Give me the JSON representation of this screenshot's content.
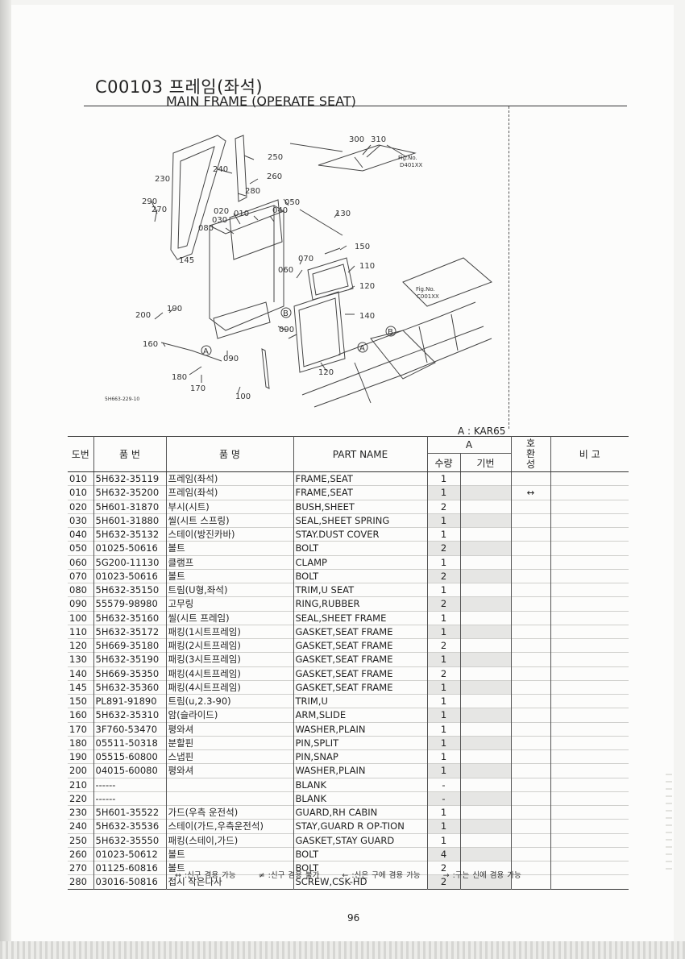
{
  "header": {
    "code_title": "C00103 프레임(좌석)",
    "english_title": "MAIN FRAME (OPERATE SEAT)"
  },
  "diagram": {
    "labels": [
      "300",
      "310",
      "Fig.No.",
      "D401XX",
      "250",
      "240",
      "230",
      "260",
      "280",
      "290",
      "270",
      "050",
      "020",
      "010",
      "040",
      "130",
      "030",
      "080",
      "150",
      "145",
      "070",
      "060",
      "110",
      "120",
      "Fig.No.",
      "C001XX",
      "200",
      "190",
      "B",
      "090",
      "140",
      "B",
      "160",
      "A",
      "090",
      "A",
      "120",
      "180",
      "170",
      "100"
    ],
    "ref_code": "5H663-229-10"
  },
  "model_note": "A : KAR65",
  "table": {
    "headers": {
      "no": "도번",
      "part_no": "품 번",
      "name_kr": "품 명",
      "part_name": "PART NAME",
      "group_a": "A",
      "qty": "수량",
      "base": "기번",
      "compat": "호\n환\n성",
      "remarks": "비 고"
    },
    "rows": [
      {
        "no": "010",
        "part": "5H632-35119",
        "kr": "프레임(좌석)",
        "en": "FRAME,SEAT",
        "qty": "1",
        "compat": ""
      },
      {
        "no": "010",
        "part": "5H632-35200",
        "kr": "프레임(좌석)",
        "en": "FRAME,SEAT",
        "qty": "1",
        "compat": "↔"
      },
      {
        "no": "020",
        "part": "5H601-31870",
        "kr": "부시(시트)",
        "en": "BUSH,SHEET",
        "qty": "2",
        "compat": ""
      },
      {
        "no": "030",
        "part": "5H601-31880",
        "kr": "씰(시트 스프링)",
        "en": "SEAL,SHEET SPRING",
        "qty": "1",
        "compat": ""
      },
      {
        "no": "040",
        "part": "5H632-35132",
        "kr": "스테이(방진카바)",
        "en": "STAY.DUST COVER",
        "qty": "1",
        "compat": ""
      },
      {
        "no": "050",
        "part": "01025-50616",
        "kr": "볼트",
        "en": "BOLT",
        "qty": "2",
        "compat": ""
      },
      {
        "no": "060",
        "part": "5G200-11130",
        "kr": "클램프",
        "en": "CLAMP",
        "qty": "1",
        "compat": ""
      },
      {
        "no": "070",
        "part": "01023-50616",
        "kr": "볼트",
        "en": "BOLT",
        "qty": "2",
        "compat": ""
      },
      {
        "no": "080",
        "part": "5H632-35150",
        "kr": "트림(U형,좌석)",
        "en": "TRIM,U SEAT",
        "qty": "1",
        "compat": ""
      },
      {
        "no": "090",
        "part": "55579-98980",
        "kr": "고무링",
        "en": "RING,RUBBER",
        "qty": "2",
        "compat": ""
      },
      {
        "no": "100",
        "part": "5H632-35160",
        "kr": "씰(시트 프레임)",
        "en": "SEAL,SHEET FRAME",
        "qty": "1",
        "compat": ""
      },
      {
        "no": "110",
        "part": "5H632-35172",
        "kr": "패킹(1시트프레임)",
        "en": "GASKET,SEAT FRAME",
        "qty": "1",
        "compat": ""
      },
      {
        "no": "120",
        "part": "5H669-35180",
        "kr": "패킹(2시트프레임)",
        "en": "GASKET,SEAT FRAME",
        "qty": "2",
        "compat": ""
      },
      {
        "no": "130",
        "part": "5H632-35190",
        "kr": "패킹(3시트프레임)",
        "en": "GASKET,SEAT FRAME",
        "qty": "1",
        "compat": ""
      },
      {
        "no": "140",
        "part": "5H669-35350",
        "kr": "패킹(4시트프레임)",
        "en": "GASKET,SEAT FRAME",
        "qty": "2",
        "compat": ""
      },
      {
        "no": "145",
        "part": "5H632-35360",
        "kr": "패킹(4시트프레임)",
        "en": "GASKET,SEAT FRAME",
        "qty": "1",
        "compat": ""
      },
      {
        "no": "150",
        "part": "PL891-91890",
        "kr": "트림(u,2.3-90)",
        "en": "TRIM,U",
        "qty": "1",
        "compat": ""
      },
      {
        "no": "160",
        "part": "5H632-35310",
        "kr": "암(슬라이드)",
        "en": "ARM,SLIDE",
        "qty": "1",
        "compat": ""
      },
      {
        "no": "170",
        "part": "3F760-53470",
        "kr": "평와셔",
        "en": "WASHER,PLAIN",
        "qty": "1",
        "compat": ""
      },
      {
        "no": "180",
        "part": "05511-50318",
        "kr": "분할핀",
        "en": "PIN,SPLIT",
        "qty": "1",
        "compat": ""
      },
      {
        "no": "190",
        "part": "05515-60800",
        "kr": "스냅핀",
        "en": "PIN,SNAP",
        "qty": "1",
        "compat": ""
      },
      {
        "no": "200",
        "part": "04015-60080",
        "kr": "평와셔",
        "en": "WASHER,PLAIN",
        "qty": "1",
        "compat": ""
      },
      {
        "no": "210",
        "part": "------",
        "kr": "",
        "en": "BLANK",
        "qty": "-",
        "compat": ""
      },
      {
        "no": "220",
        "part": "------",
        "kr": "",
        "en": "BLANK",
        "qty": "-",
        "compat": ""
      },
      {
        "no": "230",
        "part": "5H601-35522",
        "kr": "가드(우측 운전석)",
        "en": "GUARD,RH CABIN",
        "qty": "1",
        "compat": ""
      },
      {
        "no": "240",
        "part": "5H632-35536",
        "kr": "스테이(가드,우측운전석)",
        "en": "STAY,GUARD R OP-TION",
        "qty": "1",
        "compat": ""
      },
      {
        "no": "250",
        "part": "5H632-35550",
        "kr": "패킹(스테이,가드)",
        "en": "GASKET,STAY GUARD",
        "qty": "1",
        "compat": ""
      },
      {
        "no": "260",
        "part": "01023-50612",
        "kr": "볼트",
        "en": "BOLT",
        "qty": "4",
        "compat": ""
      },
      {
        "no": "270",
        "part": "01125-60816",
        "kr": "볼트",
        "en": "BOLT",
        "qty": "2",
        "compat": ""
      },
      {
        "no": "280",
        "part": "03016-50816",
        "kr": "접시 작은나사",
        "en": "SCREW,CSK-HD",
        "qty": "2",
        "compat": ""
      }
    ]
  },
  "legend": {
    "item1": "↔ :신구 겸용 가능",
    "item2": "≠ :신구 겸용 불가",
    "item3": "← :신은 구에 겸용 가능",
    "item4": "→ :구는 신에 겸용 가능"
  },
  "page_number": "96"
}
